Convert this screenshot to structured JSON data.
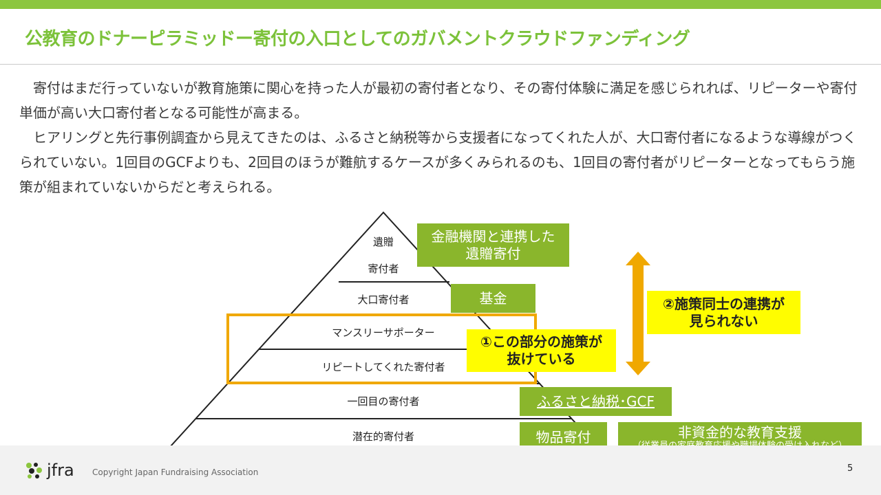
{
  "slide": {
    "title": "公教育のドナーピラミッドー寄付の入口としてのガバメントクラウドファンディング",
    "paragraphs": [
      "寄付はまだ行っていないが教育施策に関心を持った人が最初の寄付者となり、その寄付体験に満足を感じられれば、リピーターや寄付単価が高い大口寄付者となる可能性が高まる。",
      "ヒアリングと先行事例調査から見えてきたのは、ふるさと納税等から支援者になってくれた人が、大口寄付者になるような導線がつくられていない。1回目のGCFよりも、2回目のほうが難航するケースが多くみられるのも、1回目の寄付者がリピーターとなってもらう施策が組まれていないからだと考えられる。"
    ],
    "page_number": "5"
  },
  "pyramid": {
    "levels": [
      "遺贈",
      "寄付者",
      "大口寄付者",
      "マンスリーサポーター",
      "リピートしてくれた寄付者",
      "一回目の寄付者",
      "潜在的寄付者"
    ]
  },
  "callouts": {
    "bequest_line1": "金融機関と連携した",
    "bequest_line2": "遺贈寄付",
    "fund": "基金",
    "furusato": "ふるさと納税･GCF",
    "goods": "物品寄付",
    "nonfinancial_title": "非資金的な教育支援",
    "nonfinancial_sub": "（従業員の家庭教育応援や職場体験の受け入れなど）",
    "gap_line1": "①この部分の施策が",
    "gap_line2": "抜けている",
    "link_line1": "②施策同士の連携が",
    "link_line2": "見られない"
  },
  "footer": {
    "logo": "jfra",
    "copyright": "Copyright Japan Fundraising Association"
  },
  "colors": {
    "accent_green": "#8cc63f",
    "box_green": "#8ab62c",
    "highlight_yellow": "#fffd00",
    "arrow_orange": "#f0a800"
  }
}
